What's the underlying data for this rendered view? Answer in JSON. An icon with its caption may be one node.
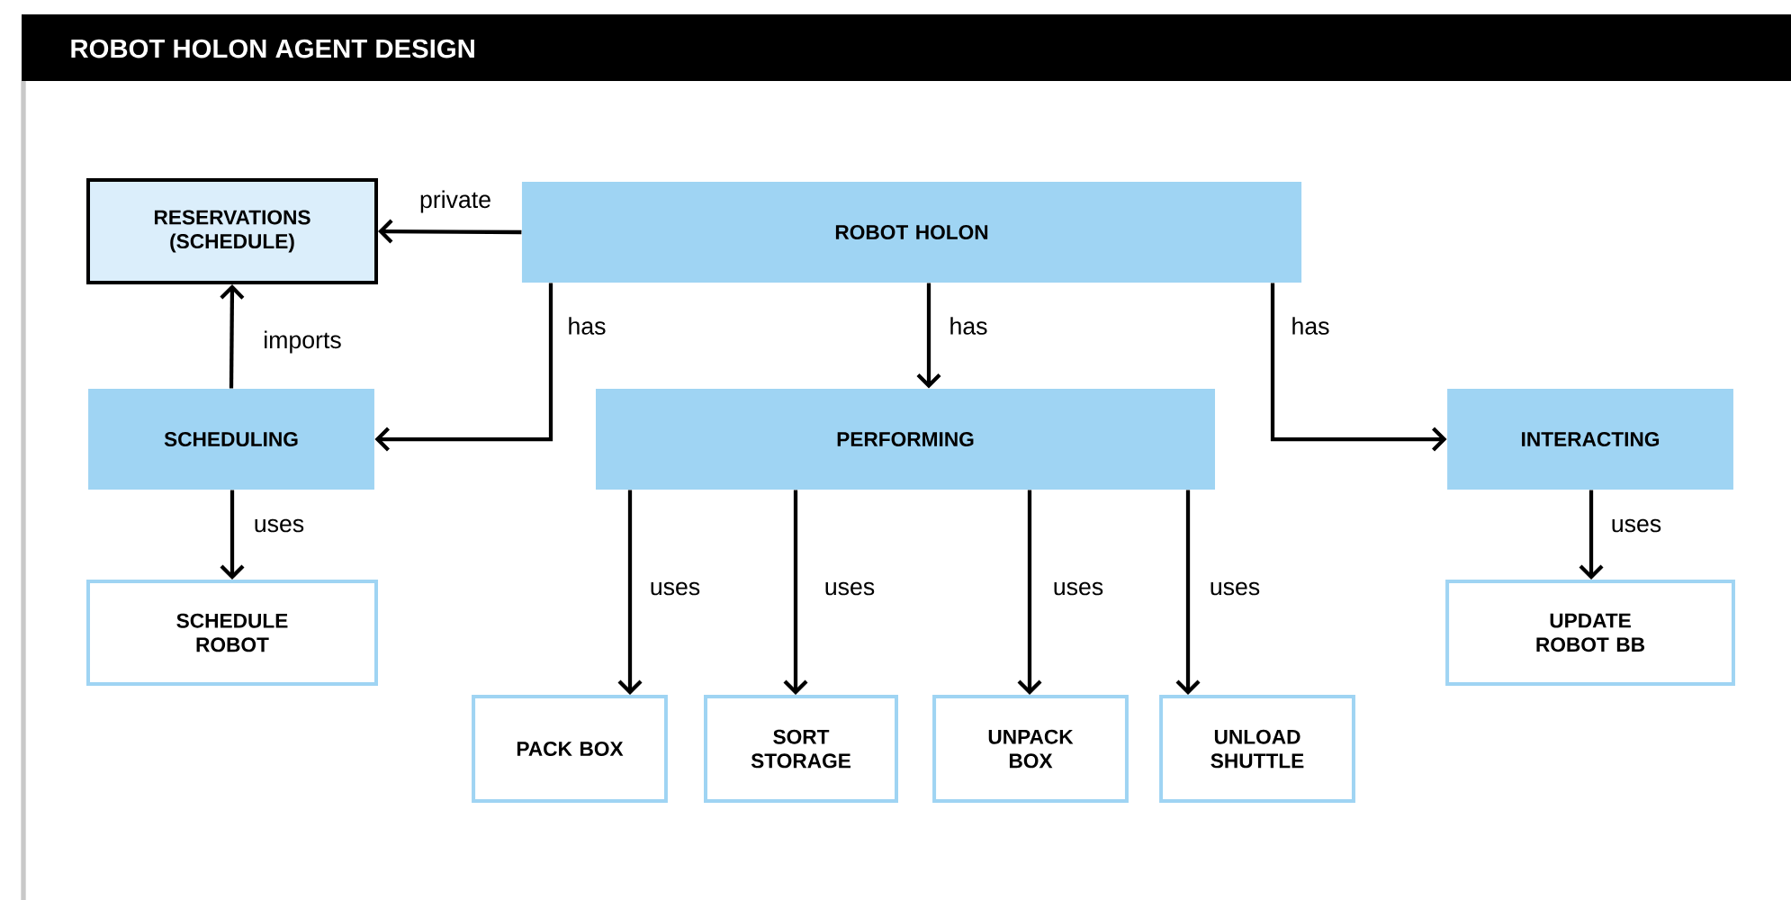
{
  "diagram": {
    "title": "ROBOT HOLON AGENT DESIGN",
    "nodes": [
      {
        "text": [
          "ROBOT HOLON"
        ]
      },
      {
        "text": [
          "RESERVATIONS (SCHEDULE)"
        ]
      },
      {
        "text": [
          "SCHEDULING"
        ]
      },
      {
        "text": [
          "PERFORMING"
        ]
      },
      {
        "text": [
          "INTERACTING"
        ]
      },
      {
        "text": [
          "SCHEDULE ROBOT"
        ]
      },
      {
        "text": [
          "PACK BOX"
        ]
      },
      {
        "text": [
          "SORT STORAGE"
        ]
      },
      {
        "text": [
          "UNPACK BOX"
        ]
      },
      {
        "text": [
          "UNLOAD SHUTTLE"
        ]
      },
      {
        "text": [
          "UPDATE ROBOT BB"
        ]
      }
    ],
    "edges": [
      {
        "from": 0,
        "to": 1,
        "arrow": "to",
        "label": "private"
      },
      {
        "from": 2,
        "to": 1,
        "arrow": "to",
        "label": "imports"
      },
      {
        "from": 0,
        "to": 2,
        "arrow": "to",
        "label": "has"
      },
      {
        "from": 0,
        "to": 3,
        "arrow": "to",
        "label": "has"
      },
      {
        "from": 0,
        "to": 4,
        "arrow": "to",
        "label": "has"
      },
      {
        "from": 2,
        "to": 5,
        "arrow": "to",
        "label": "uses"
      },
      {
        "from": 3,
        "to": 6,
        "arrow": "to",
        "label": "uses"
      },
      {
        "from": 3,
        "to": 7,
        "arrow": "to",
        "label": "uses"
      },
      {
        "from": 3,
        "to": 8,
        "arrow": "to",
        "label": "uses"
      },
      {
        "from": 3,
        "to": 9,
        "arrow": "to",
        "label": "uses"
      },
      {
        "from": 4,
        "to": 10,
        "arrow": "to",
        "label": "uses"
      }
    ]
  }
}
